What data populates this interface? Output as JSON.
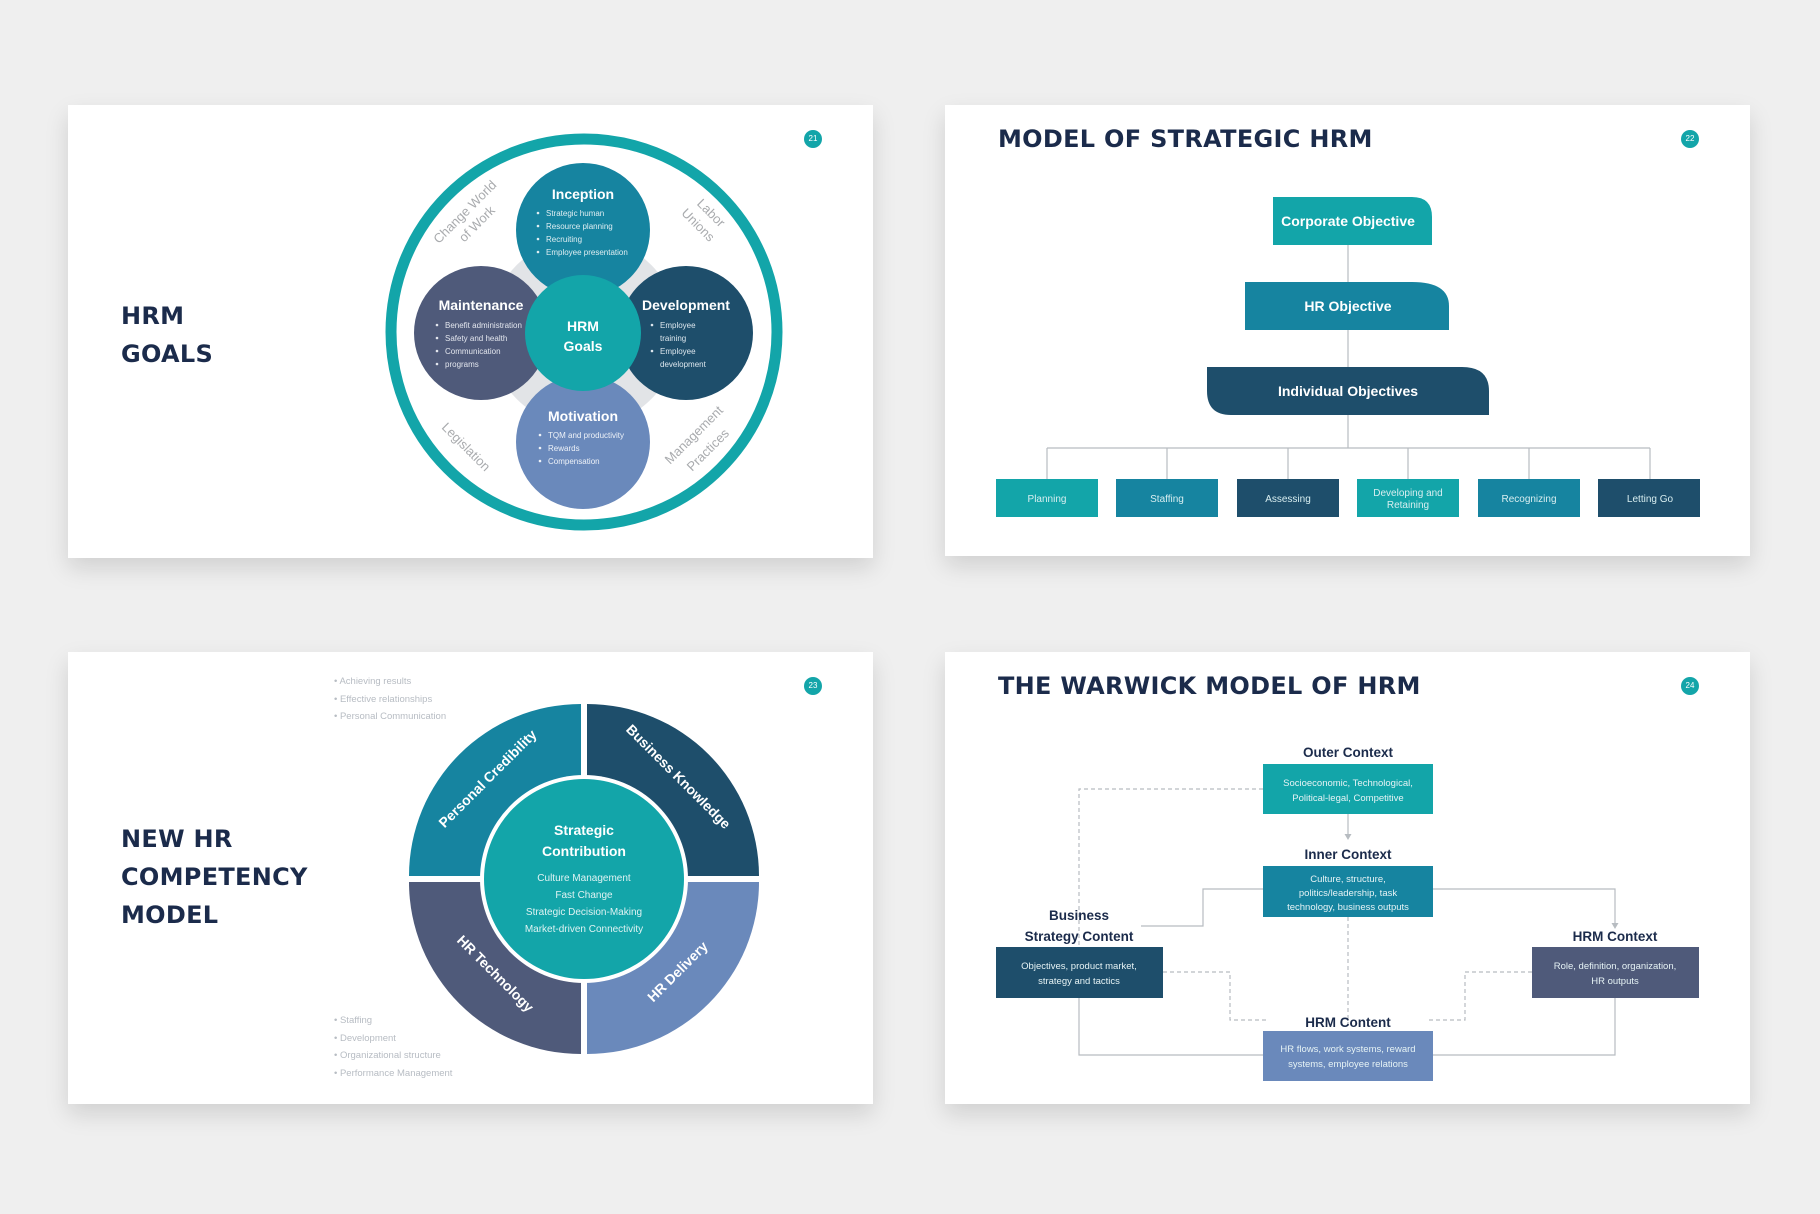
{
  "colors": {
    "teal": "#13a5a9",
    "blue": "#1684a0",
    "navy": "#1e4e6b",
    "slate": "#4f5a7a",
    "periwinkle": "#6a89bb",
    "title": "#1b2b4b"
  },
  "slide1": {
    "page_number": "21",
    "title": "HRM\nGOALS",
    "center": [
      "HRM",
      "Goals"
    ],
    "ring_labels": {
      "top_left": [
        "Change World",
        "of Work"
      ],
      "top_right": [
        "Labor",
        "Unions"
      ],
      "bottom_left": [
        "Legislation"
      ],
      "bottom_right": [
        "Management",
        "Practices"
      ]
    },
    "circles": [
      {
        "title": "Inception",
        "items": [
          "Strategic human",
          "Resource planning",
          "Recruiting",
          "Employee presentation"
        ]
      },
      {
        "title": "Maintenance",
        "items": [
          "Benefit administration",
          "Safety and health",
          "Communication",
          "programs"
        ]
      },
      {
        "title": "Development",
        "items": [
          "Employee",
          "training",
          "Employee",
          "development"
        ]
      },
      {
        "title": "Motivation",
        "items": [
          "TQM and productivity",
          "Rewards",
          "Compensation"
        ]
      }
    ]
  },
  "slide2": {
    "page_number": "22",
    "title": "MODEL OF STRATEGIC HRM",
    "tiers": [
      "Corporate Objective",
      "HR Objective",
      "Individual Objectives"
    ],
    "functions": [
      "Planning",
      "Staffing",
      "Assessing",
      "Developing and Retaining",
      "Recognizing",
      "Letting Go"
    ]
  },
  "slide3": {
    "page_number": "23",
    "title": "NEW HR\nCOMPETENCY\nMODEL",
    "top_bullets": [
      "Achieving results",
      "Effective relationships",
      "Personal Communication"
    ],
    "bottom_bullets": [
      "Staffing",
      "Development",
      "Organizational structure",
      "Performance Management"
    ],
    "quadrants": [
      "Personal Credibility",
      "Business Knowledge",
      "HR Technology",
      "HR Delivery"
    ],
    "center_title": [
      "Strategic",
      "Contribution"
    ],
    "center_items": [
      "Culture Management",
      "Fast Change",
      "Strategic Decision-Making",
      "Market-driven Connectivity"
    ]
  },
  "slide4": {
    "page_number": "24",
    "title": "THE WARWICK MODEL OF HRM",
    "outer": {
      "label": "Outer Context",
      "text": [
        "Socioeconomic, Technological,",
        "Political-legal, Competitive"
      ]
    },
    "inner": {
      "label": "Inner Context",
      "text": [
        "Culture, structure,",
        "politics/leadership, task",
        "technology, business outputs"
      ]
    },
    "business": {
      "label": [
        "Business",
        "Strategy Content"
      ],
      "text": [
        "Objectives, product market,",
        "strategy and tactics"
      ]
    },
    "hrmctx": {
      "label": "HRM Context",
      "text": [
        "Role, definition, organization,",
        "HR outputs"
      ]
    },
    "hrmcontent": {
      "label": "HRM Content",
      "text": [
        "HR flows, work systems, reward",
        "systems, employee relations"
      ]
    }
  }
}
